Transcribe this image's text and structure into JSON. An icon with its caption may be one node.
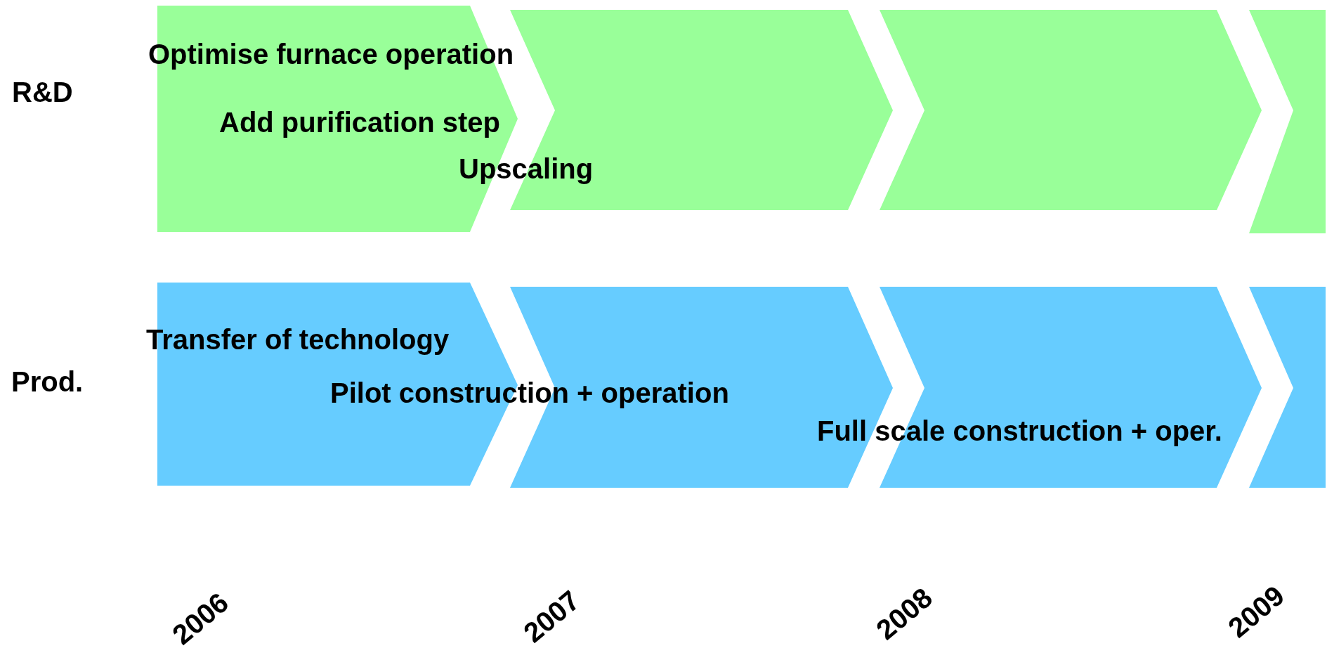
{
  "diagram": {
    "nodes": [
      {
        "text": [],
        "shape": "chevron"
      },
      {
        "text": [],
        "shape": "chevron"
      },
      {
        "text": [],
        "shape": "chevron"
      },
      {
        "text": [],
        "shape": "chevron"
      },
      {
        "text": [],
        "shape": "chevron"
      },
      {
        "text": [],
        "shape": "chevron"
      },
      {
        "text": [],
        "shape": "chevron"
      },
      {
        "text": [],
        "shape": "chevron"
      }
    ],
    "edges": [],
    "labels": [
      "Optimise furnace operation",
      "R&D",
      "Add purification step",
      "Upscaling",
      "Transfer of technology",
      "Prod.",
      "Pilot construction + operation",
      "Full scale construction + oper.",
      "2006",
      "2007",
      "2008",
      "2009"
    ]
  }
}
